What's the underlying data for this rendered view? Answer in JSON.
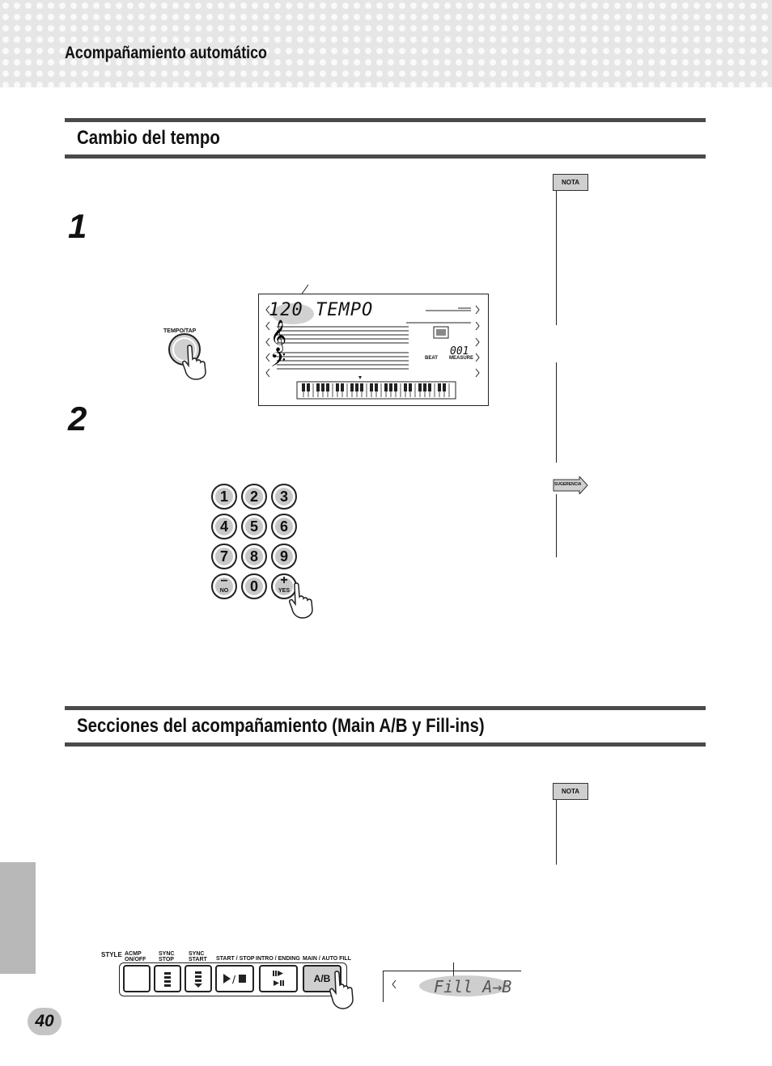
{
  "header": {
    "title": "Acompañamiento automático"
  },
  "sections": [
    {
      "title": "Cambio del tempo"
    },
    {
      "title": "Secciones del acompañamiento (Main A/B y Fill-ins)"
    }
  ],
  "steps": [
    {
      "number": "1"
    },
    {
      "number": "2"
    }
  ],
  "tempo_button": {
    "label": "TEMPO/TAP"
  },
  "lcd": {
    "tempo_value": "120",
    "tempo_label": "TEMPO",
    "measure_value": "001",
    "beat_label": "BEAT",
    "measure_label": "MEASURE"
  },
  "keypad": {
    "keys": [
      "1",
      "2",
      "3",
      "4",
      "5",
      "6",
      "7",
      "8",
      "9",
      "NO",
      "0",
      "YES"
    ],
    "minus_symbol": "–",
    "plus_symbol": "+"
  },
  "notes": {
    "nota_label_1": "NOTA",
    "sugerencia_label": "SUGERENCIA",
    "nota_label_2": "NOTA"
  },
  "style_panel": {
    "style_label": "STYLE",
    "acmp_label": "ACMP ON/OFF",
    "sync_stop_label": "SYNC STOP",
    "sync_start_label": "SYNC START",
    "start_stop_label": "START / STOP",
    "intro_ending_label": "INTRO / ENDING",
    "main_auto_fill_label": "MAIN / AUTO FILL",
    "ab_button_label": "A/B"
  },
  "fill_display": {
    "text": "Fill A→B"
  },
  "page": {
    "number": "40"
  }
}
